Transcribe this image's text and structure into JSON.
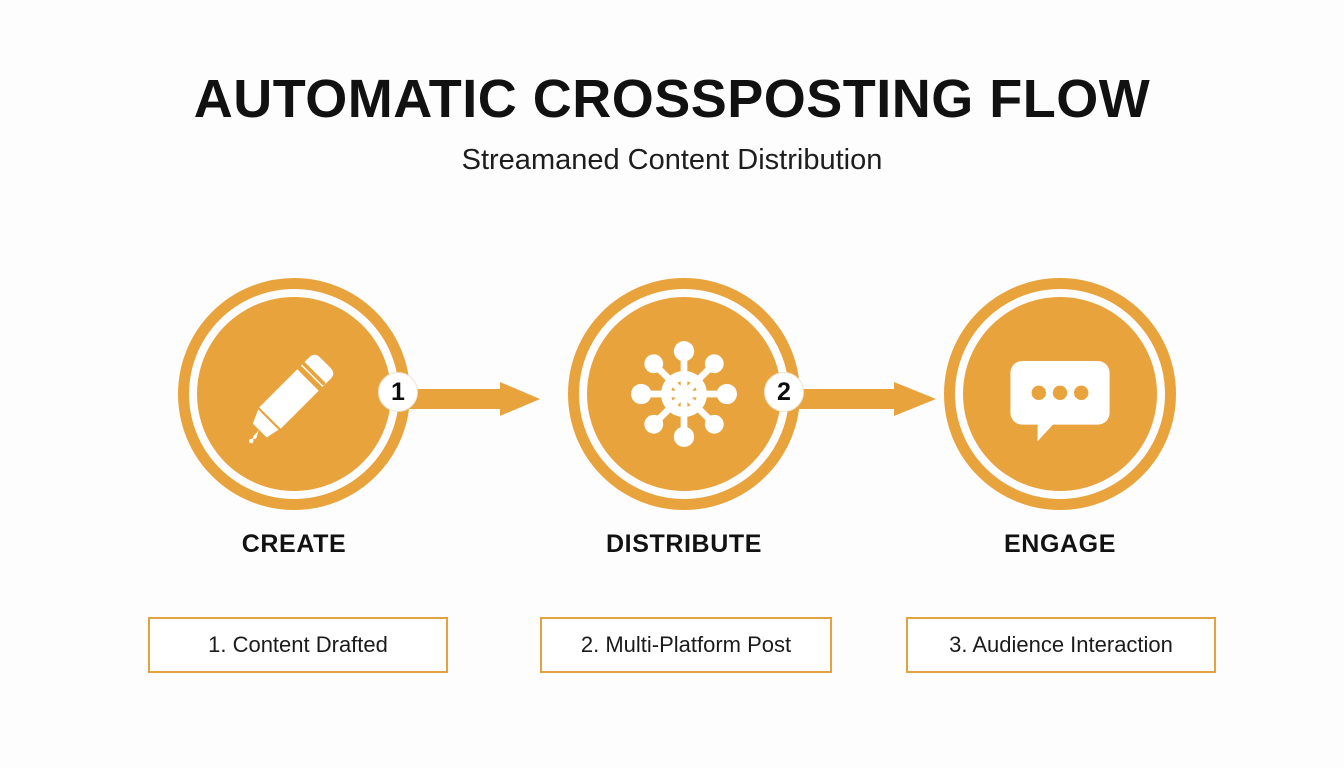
{
  "header": {
    "title": "AUTOMATIC CROSSPOSTING FLOW",
    "subtitle": "Streamaned Content Distribution"
  },
  "theme": {
    "accent": "#E9A33C",
    "box_border": "#E0A33F",
    "background": "#FDFDFD",
    "text": "#111111",
    "badge_bg": "#FFFFFF"
  },
  "flow": {
    "steps": [
      {
        "label": "CREATE",
        "icon": "pen-icon",
        "detail": "1. Content Drafted"
      },
      {
        "label": "DISTRIBUTE",
        "icon": "network-hub-icon",
        "detail": "2. Multi-Platform Post"
      },
      {
        "label": "ENGAGE",
        "icon": "chat-bubble-icon",
        "detail": "3. Audience Interaction"
      }
    ],
    "connectors": [
      {
        "badge": "1",
        "icon": "arrow-right-icon"
      },
      {
        "badge": "2",
        "icon": "arrow-right-icon"
      }
    ]
  }
}
